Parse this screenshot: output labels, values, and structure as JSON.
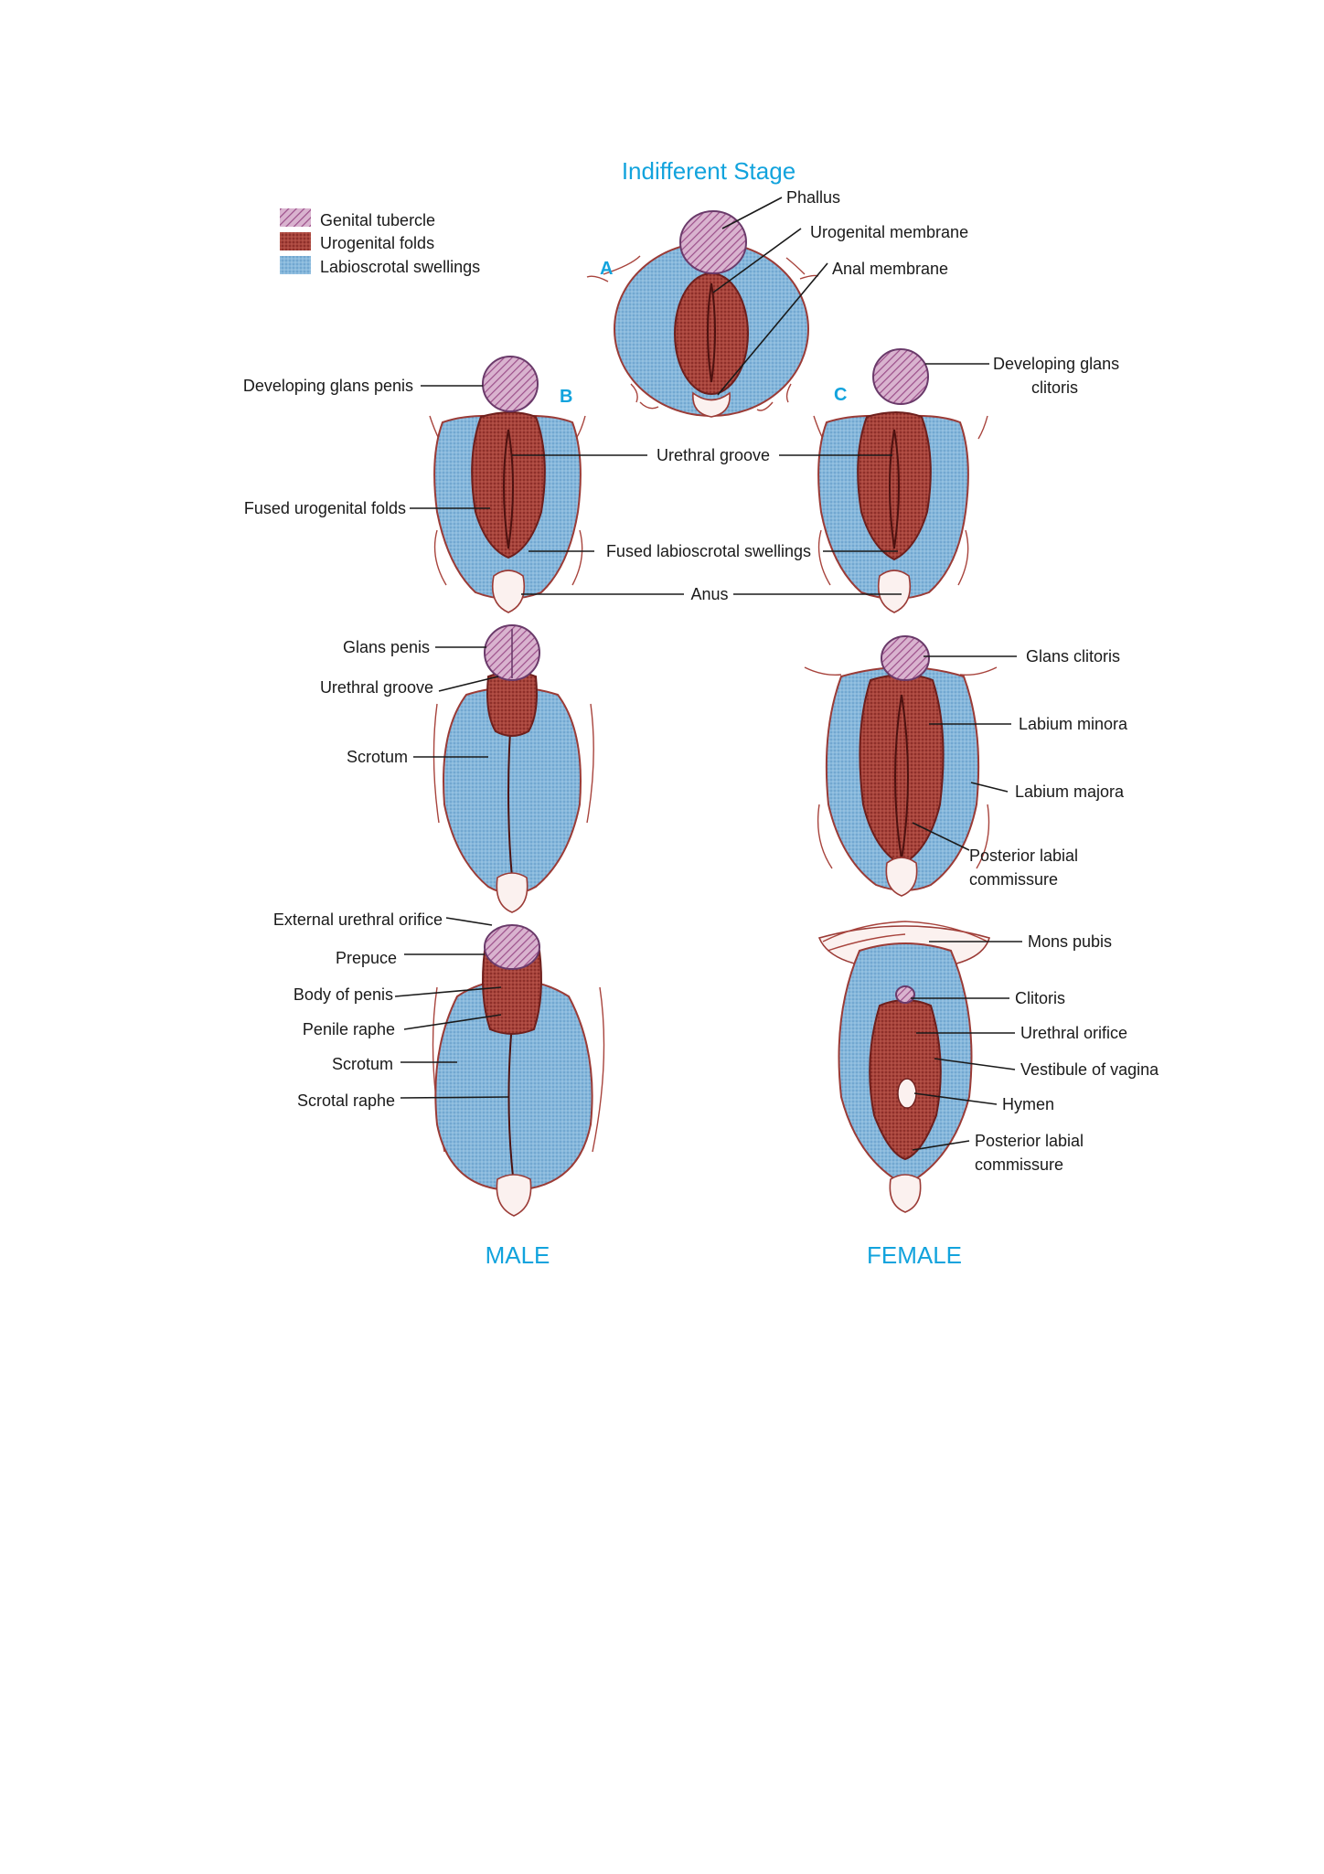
{
  "title": "Indifferent Stage",
  "legend": [
    {
      "label": "Genital tubercle",
      "pattern": "pink-hatch",
      "color": "#b06ea0"
    },
    {
      "label": "Urogenital folds",
      "pattern": "red-dots",
      "color": "#a83b33"
    },
    {
      "label": "Labioscrotal swellings",
      "pattern": "blue-dots",
      "color": "#7fb1d6"
    }
  ],
  "panels": {
    "a": "A",
    "b": "B",
    "c": "C"
  },
  "labels": {
    "phallus": "Phallus",
    "urogenital_membrane": "Urogenital membrane",
    "anal_membrane": "Anal membrane",
    "developing_glans_penis": "Developing glans penis",
    "fused_urogenital_folds": "Fused urogenital folds",
    "urethral_groove_mid": "Urethral groove",
    "fused_labioscrotal_swellings": "Fused labioscrotal swellings",
    "anus": "Anus",
    "developing_glans_clitoris_1": "Developing glans",
    "developing_glans_clitoris_2": "clitoris",
    "glans_penis": "Glans penis",
    "urethral_groove_male": "Urethral groove",
    "scrotum_1": "Scrotum",
    "glans_clitoris": "Glans clitoris",
    "labium_minora": "Labium minora",
    "labium_majora": "Labium majora",
    "posterior_labial_commissure_1a": "Posterior labial",
    "posterior_labial_commissure_1b": "commissure",
    "external_urethral_orifice": "External urethral orifice",
    "prepuce": "Prepuce",
    "body_of_penis": "Body of penis",
    "penile_raphe": "Penile raphe",
    "scrotum_2": "Scrotum",
    "scrotal_raphe": "Scrotal raphe",
    "mons_pubis": "Mons pubis",
    "clitoris": "Clitoris",
    "urethral_orifice": "Urethral orifice",
    "vestibule_of_vagina": "Vestibule of vagina",
    "hymen": "Hymen",
    "posterior_labial_commissure_2a": "Posterior labial",
    "posterior_labial_commissure_2b": "commissure"
  },
  "footer": {
    "male": "MALE",
    "female": "FEMALE"
  },
  "colors": {
    "heading": "#12a3dd",
    "blue": "#7fb1d6",
    "red": "#a83b33",
    "pink": "#b06ea0"
  }
}
